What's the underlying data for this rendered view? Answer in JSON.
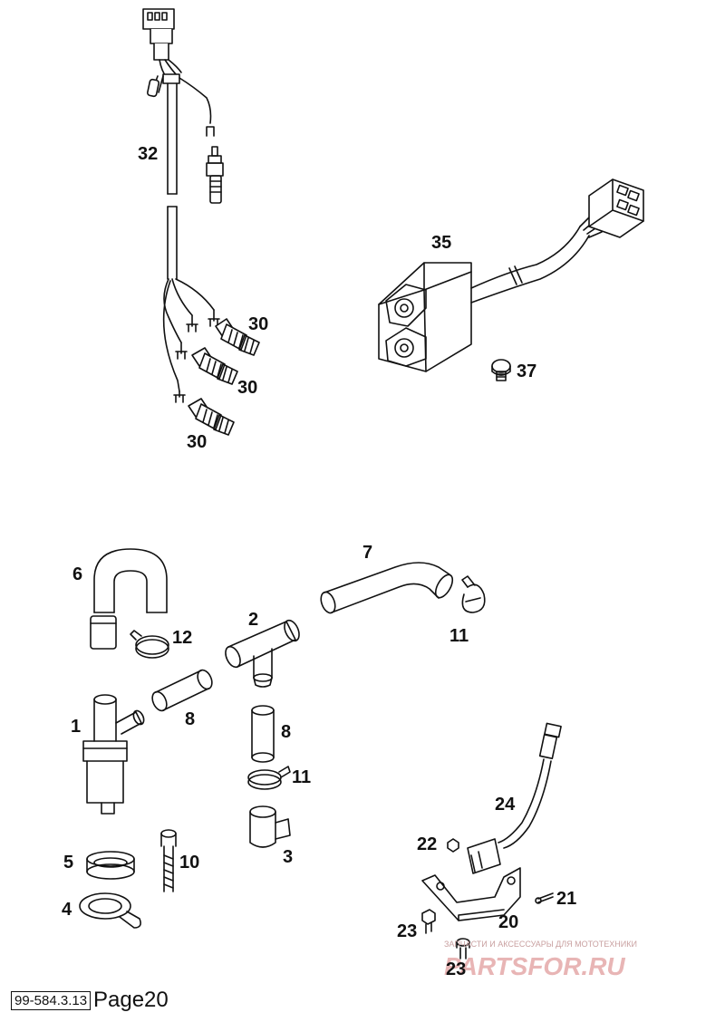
{
  "callouts": {
    "c32": "32",
    "c35": "35",
    "c30a": "30",
    "c30b": "30",
    "c30c": "30",
    "c37": "37",
    "c6": "6",
    "c7": "7",
    "c12": "12",
    "c2": "2",
    "c11a": "11",
    "c1": "1",
    "c8a": "8",
    "c8b": "8",
    "c11b": "11",
    "c24": "24",
    "c22": "22",
    "c5": "5",
    "c10": "10",
    "c3": "3",
    "c4": "4",
    "c21": "21",
    "c20": "20",
    "c23a": "23",
    "c23b": "23"
  },
  "footer": {
    "reference": "99-584.3.13",
    "page": "Page20"
  },
  "watermark": {
    "caption": "ЗАПЧАСТИ И АКСЕССУАРЫ ДЛЯ МОТОТЕХНИКИ",
    "logo": "PARTSFOR.RU"
  },
  "colors": {
    "line": "#111111",
    "watermark": "#e8b5b5"
  }
}
